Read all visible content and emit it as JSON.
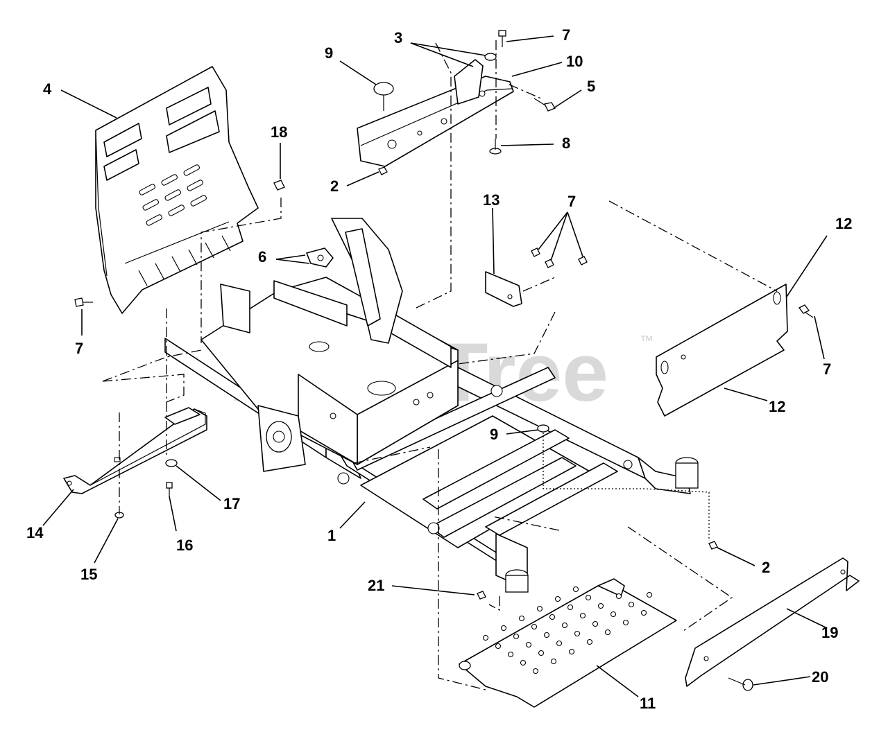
{
  "watermark": {
    "text": "PartsTree",
    "trademark": "™"
  },
  "callouts": {
    "c1": "1",
    "c2a": "2",
    "c2b": "2",
    "c3": "3",
    "c4": "4",
    "c5": "5",
    "c6": "6",
    "c7a": "7",
    "c7b": "7",
    "c7c": "7",
    "c7d": "7",
    "c8": "8",
    "c9a": "9",
    "c9b": "9",
    "c10": "10",
    "c11": "11",
    "c12a": "12",
    "c12b": "12",
    "c13": "13",
    "c14": "14",
    "c15": "15",
    "c16": "16",
    "c17": "17",
    "c18": "18",
    "c19": "19",
    "c20": "20",
    "c21": "21"
  }
}
